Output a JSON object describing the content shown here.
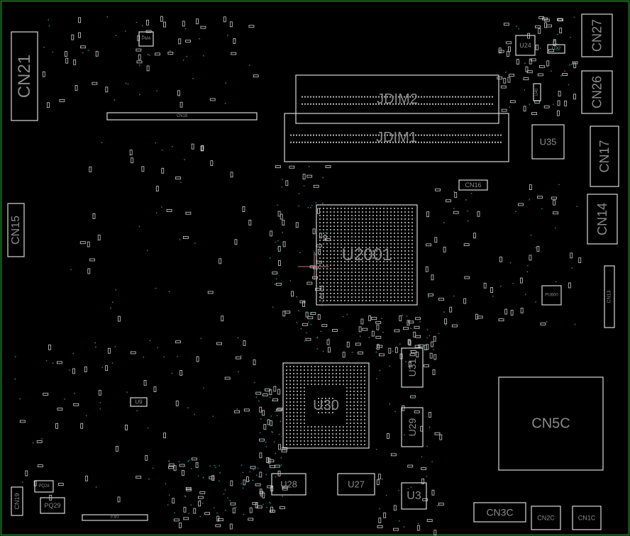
{
  "viewer": {
    "board_outline_color": "#1f6b1f",
    "silkscreen_color": "#d8d8d8",
    "label_color": "#8a8a8a",
    "via_color": "#0f8f7a",
    "cursor_color": "#c08080"
  },
  "components": [
    {
      "ref": "CN21",
      "label": "CN21"
    },
    {
      "ref": "CN18",
      "label": "CN18"
    },
    {
      "ref": "PM4",
      "label": "PM4"
    },
    {
      "ref": "JDIM2",
      "label": "JDIM2"
    },
    {
      "ref": "JDIM1",
      "label": "JDIM1"
    },
    {
      "ref": "CN27",
      "label": "CN27"
    },
    {
      "ref": "U24",
      "label": "U24"
    },
    {
      "ref": "U22",
      "label": "U22"
    },
    {
      "ref": "U40",
      "label": "U40"
    },
    {
      "ref": "CN26",
      "label": "CN26"
    },
    {
      "ref": "U35",
      "label": "U35"
    },
    {
      "ref": "CN17",
      "label": "CN17"
    },
    {
      "ref": "CN16",
      "label": "CN16"
    },
    {
      "ref": "CN14",
      "label": "CN14"
    },
    {
      "ref": "CN15",
      "label": "CN15"
    },
    {
      "ref": "U2001",
      "label": "U2001"
    },
    {
      "ref": "PU600",
      "label": "PU600"
    },
    {
      "ref": "CN13",
      "label": "CN13"
    },
    {
      "ref": "U30",
      "label": "U30"
    },
    {
      "ref": "U31",
      "label": "U31"
    },
    {
      "ref": "U29",
      "label": "U29"
    },
    {
      "ref": "CN5C",
      "label": "CN5C"
    },
    {
      "ref": "U28",
      "label": "U28"
    },
    {
      "ref": "U27",
      "label": "U27"
    },
    {
      "ref": "U3",
      "label": "U3"
    },
    {
      "ref": "CN3C",
      "label": "CN3C"
    },
    {
      "ref": "CN2C",
      "label": "CN2C"
    },
    {
      "ref": "CN1C",
      "label": "CN1C"
    },
    {
      "ref": "U9",
      "label": "U9"
    },
    {
      "ref": "PQ28",
      "label": "PQ28"
    },
    {
      "ref": "PQ29",
      "label": "PQ29"
    },
    {
      "ref": "CN19",
      "label": "CN19"
    },
    {
      "ref": "PJP2",
      "label": "PJP2"
    }
  ]
}
